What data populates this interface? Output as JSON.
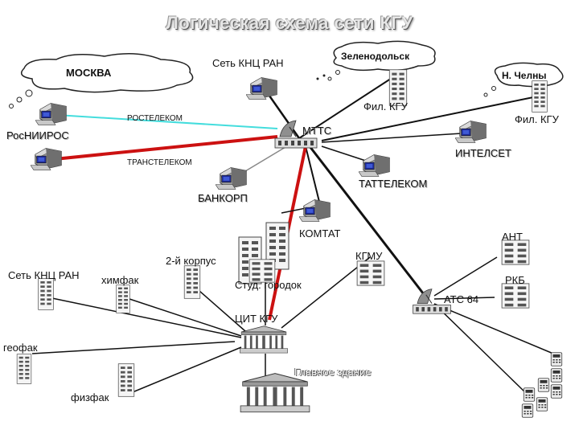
{
  "title": "Логическая схема сети КГУ",
  "labels": {
    "moskva": "МОСКВА",
    "knc_ran_top": "Сеть КНЦ РАН",
    "zelenodolsk": "Зеленодольск",
    "n_chelny": "Н. Челны",
    "fil_kgu_1": "Фил. КГУ",
    "fil_kgu_2": "Фил. КГУ",
    "rostelecom": "РОСТЕЛЕКОМ",
    "rosniiros": "РосНИИРОС",
    "mtts": "МТТС",
    "intelset": "ИНТЕЛСЕТ",
    "transtelecom": "ТРАНСТЕЛЕКОМ",
    "tattelecom": "ТАТТЕЛЕКОМ",
    "bankorp": "БАНКОРП",
    "komtat": "КОМТАТ",
    "ant": "АНТ",
    "korpus2": "2-й корпус",
    "kgmu": "КГМУ",
    "knc_ran_left": "Сеть КНЦ РАН",
    "himfak": "химфак",
    "stud_gorodok": "Студ. городок",
    "rkb": "РКБ",
    "ats64": "АТС 64",
    "cit_kgu": "ЦИТ КГУ",
    "geofak": "геофак",
    "glavnoe_zdanie": "Главное здание",
    "fizfak": "физфак"
  },
  "colors": {
    "red_link": "#cc1111",
    "cyan_link": "#44dddd",
    "black_link": "#111111",
    "gray_link": "#888888"
  }
}
